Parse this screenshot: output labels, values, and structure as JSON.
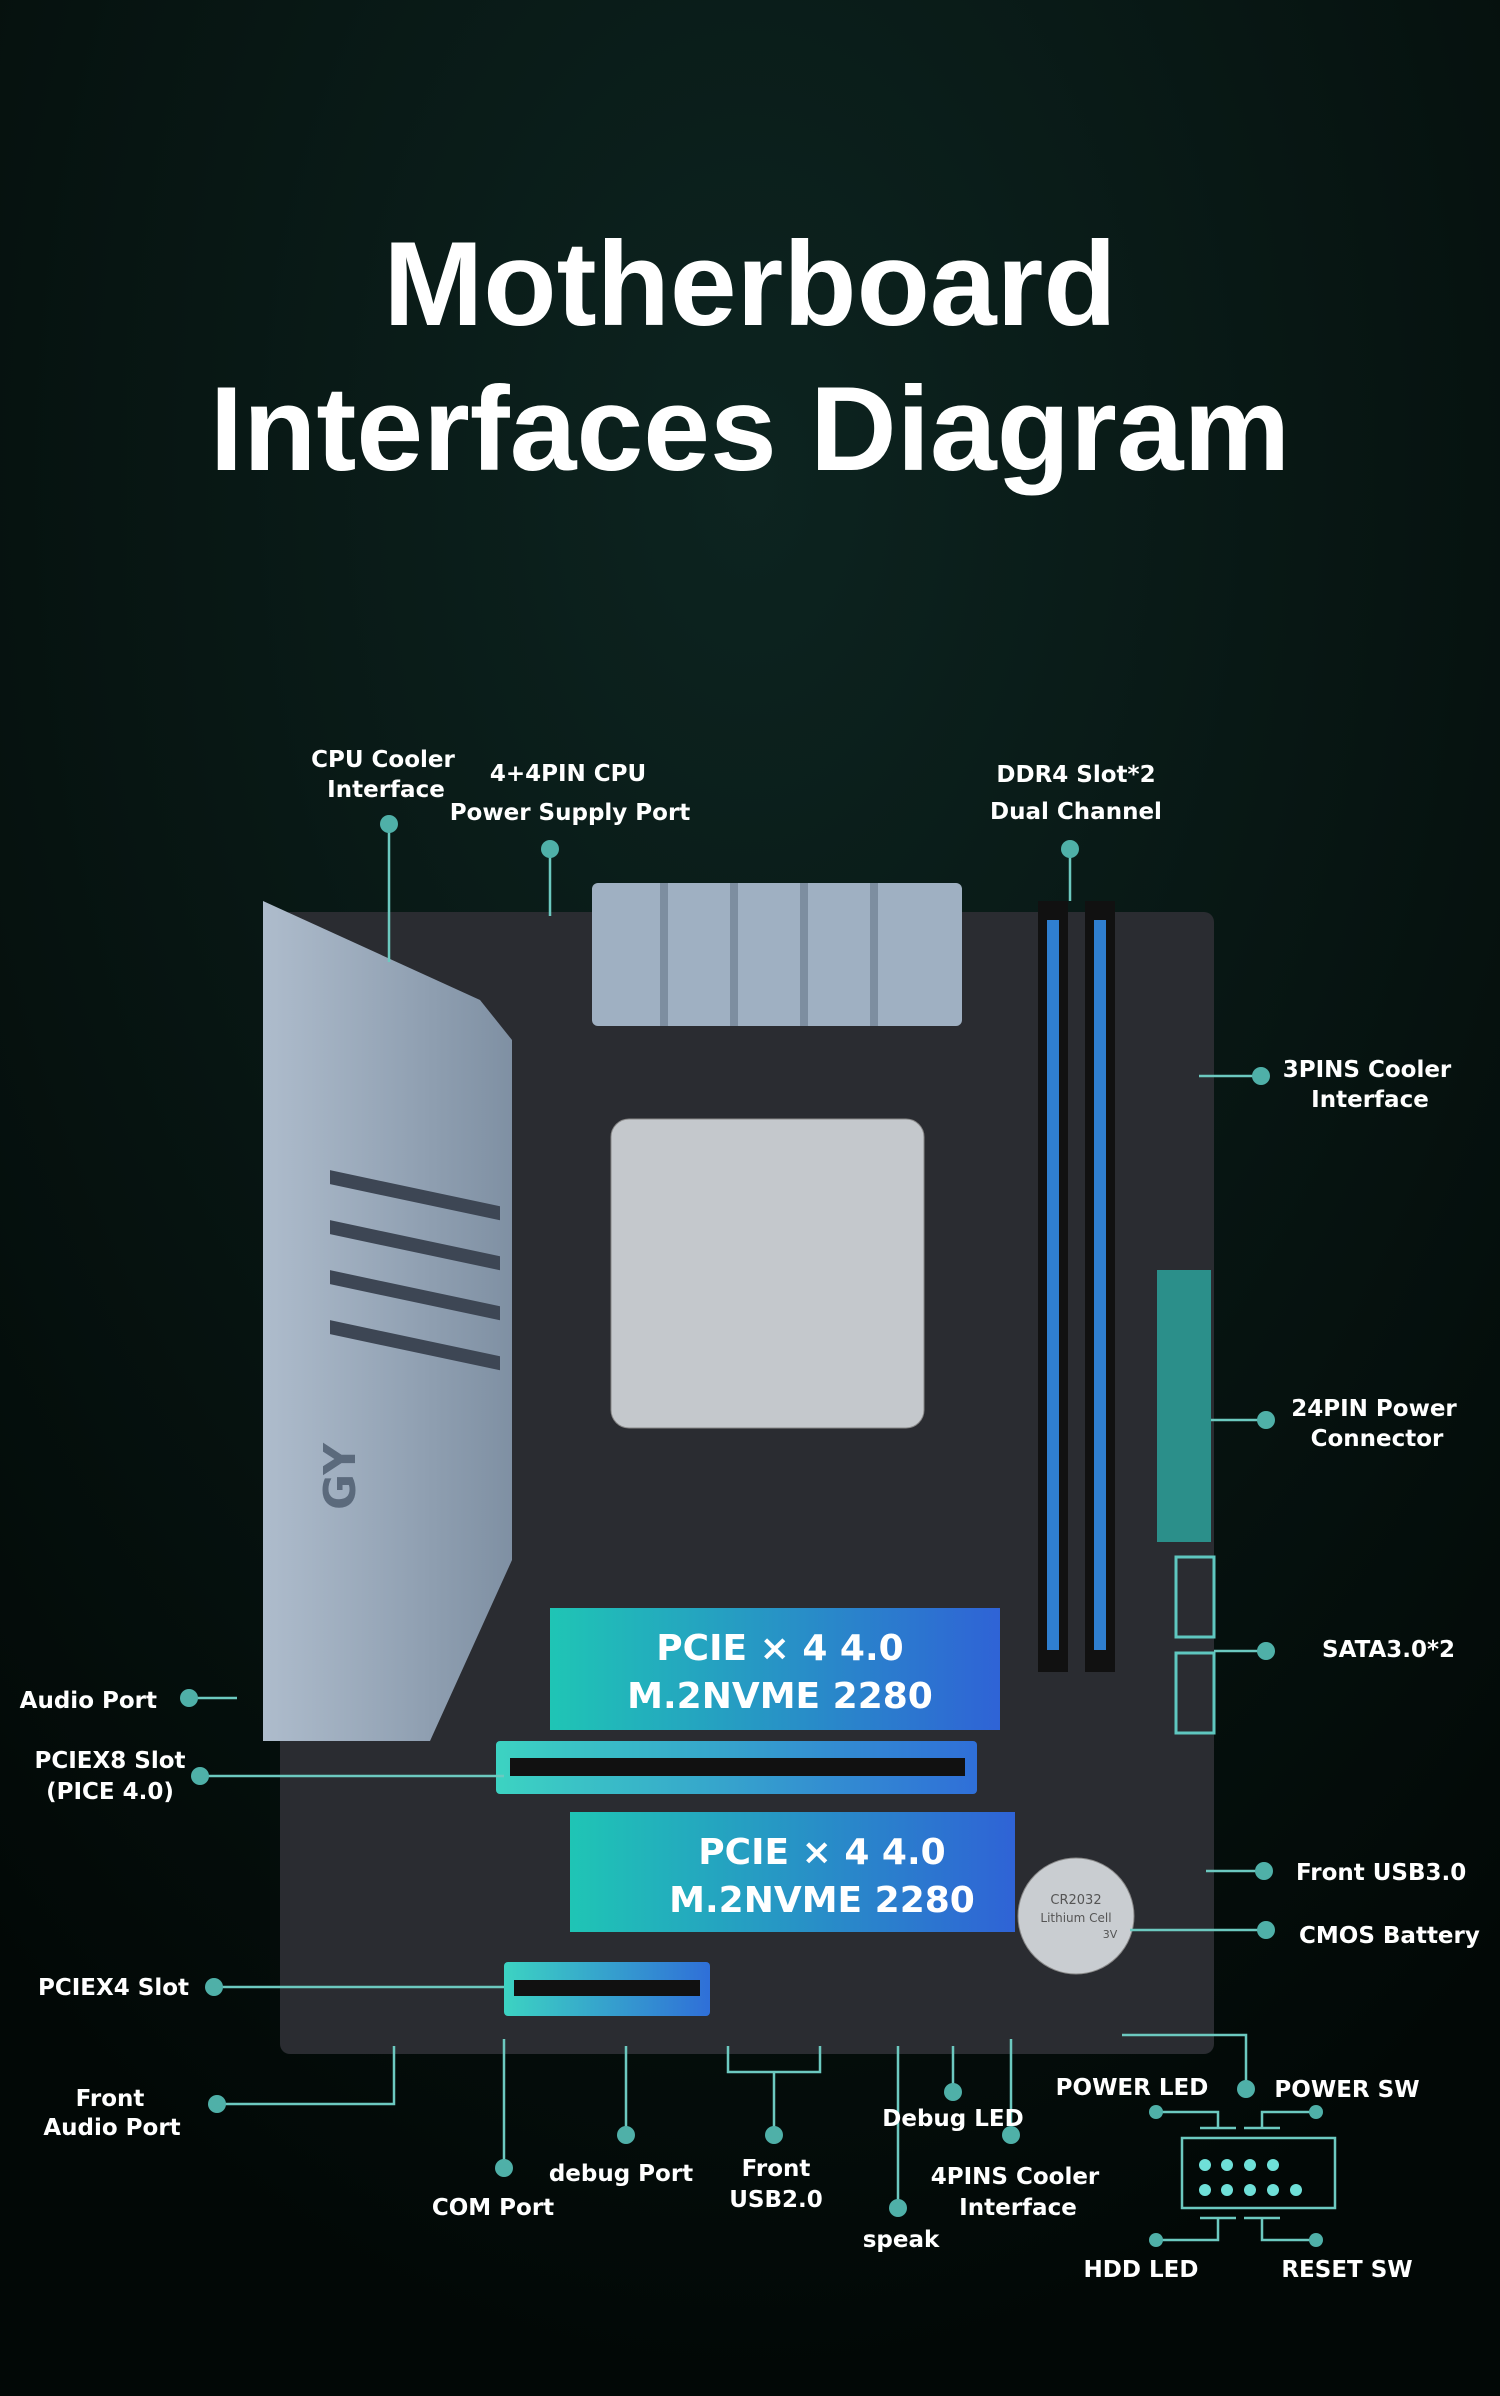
{
  "title": {
    "line1": "Motherboard",
    "line2": "Interfaces Diagram"
  },
  "colors": {
    "background": "#04100e",
    "accent": "#4fb0a8",
    "board": "#2a2c31",
    "ram_slot": "#2f7fd0"
  },
  "board": {
    "m2_top": {
      "line1": "PCIE × 4 4.0",
      "line2": "M.2NVME 2280"
    },
    "m2_bottom": {
      "line1": "PCIE × 4 4.0",
      "line2": "M.2NVME 2280"
    },
    "battery": {
      "line1": "CR2032",
      "line2": "Lithium Cell",
      "line3": "3V"
    },
    "heatsink_logo": "GY"
  },
  "labels": {
    "cpu_cooler": [
      "CPU Cooler",
      "Interface"
    ],
    "cpu_power": [
      "4+4PIN CPU",
      "Power Supply Port"
    ],
    "ddr4": [
      "DDR4 Slot*2",
      "Dual Channel"
    ],
    "cooler_3pin": [
      "3PINS Cooler",
      "Interface"
    ],
    "power_24pin": [
      "24PIN Power",
      "Connector"
    ],
    "sata": "SATA3.0*2",
    "front_usb3": "Front USB3.0",
    "cmos": "CMOS Battery",
    "audio_port": "Audio Port",
    "pciex8": [
      "PCIEX8 Slot",
      "(PICE 4.0)"
    ],
    "pciex4": "PCIEX4 Slot",
    "front_audio": [
      "Front",
      "Audio Port"
    ],
    "com_port": "COM Port",
    "debug_port": "debug Port",
    "front_usb2": [
      "Front",
      "USB2.0"
    ],
    "speak": "speak",
    "debug_led": "Debug LED",
    "cooler_4pin": [
      "4PINS Cooler",
      "Interface"
    ],
    "power_led": "POWER LED",
    "power_sw": "POWER SW",
    "hdd_led": "HDD LED",
    "reset_sw": "RESET SW"
  }
}
